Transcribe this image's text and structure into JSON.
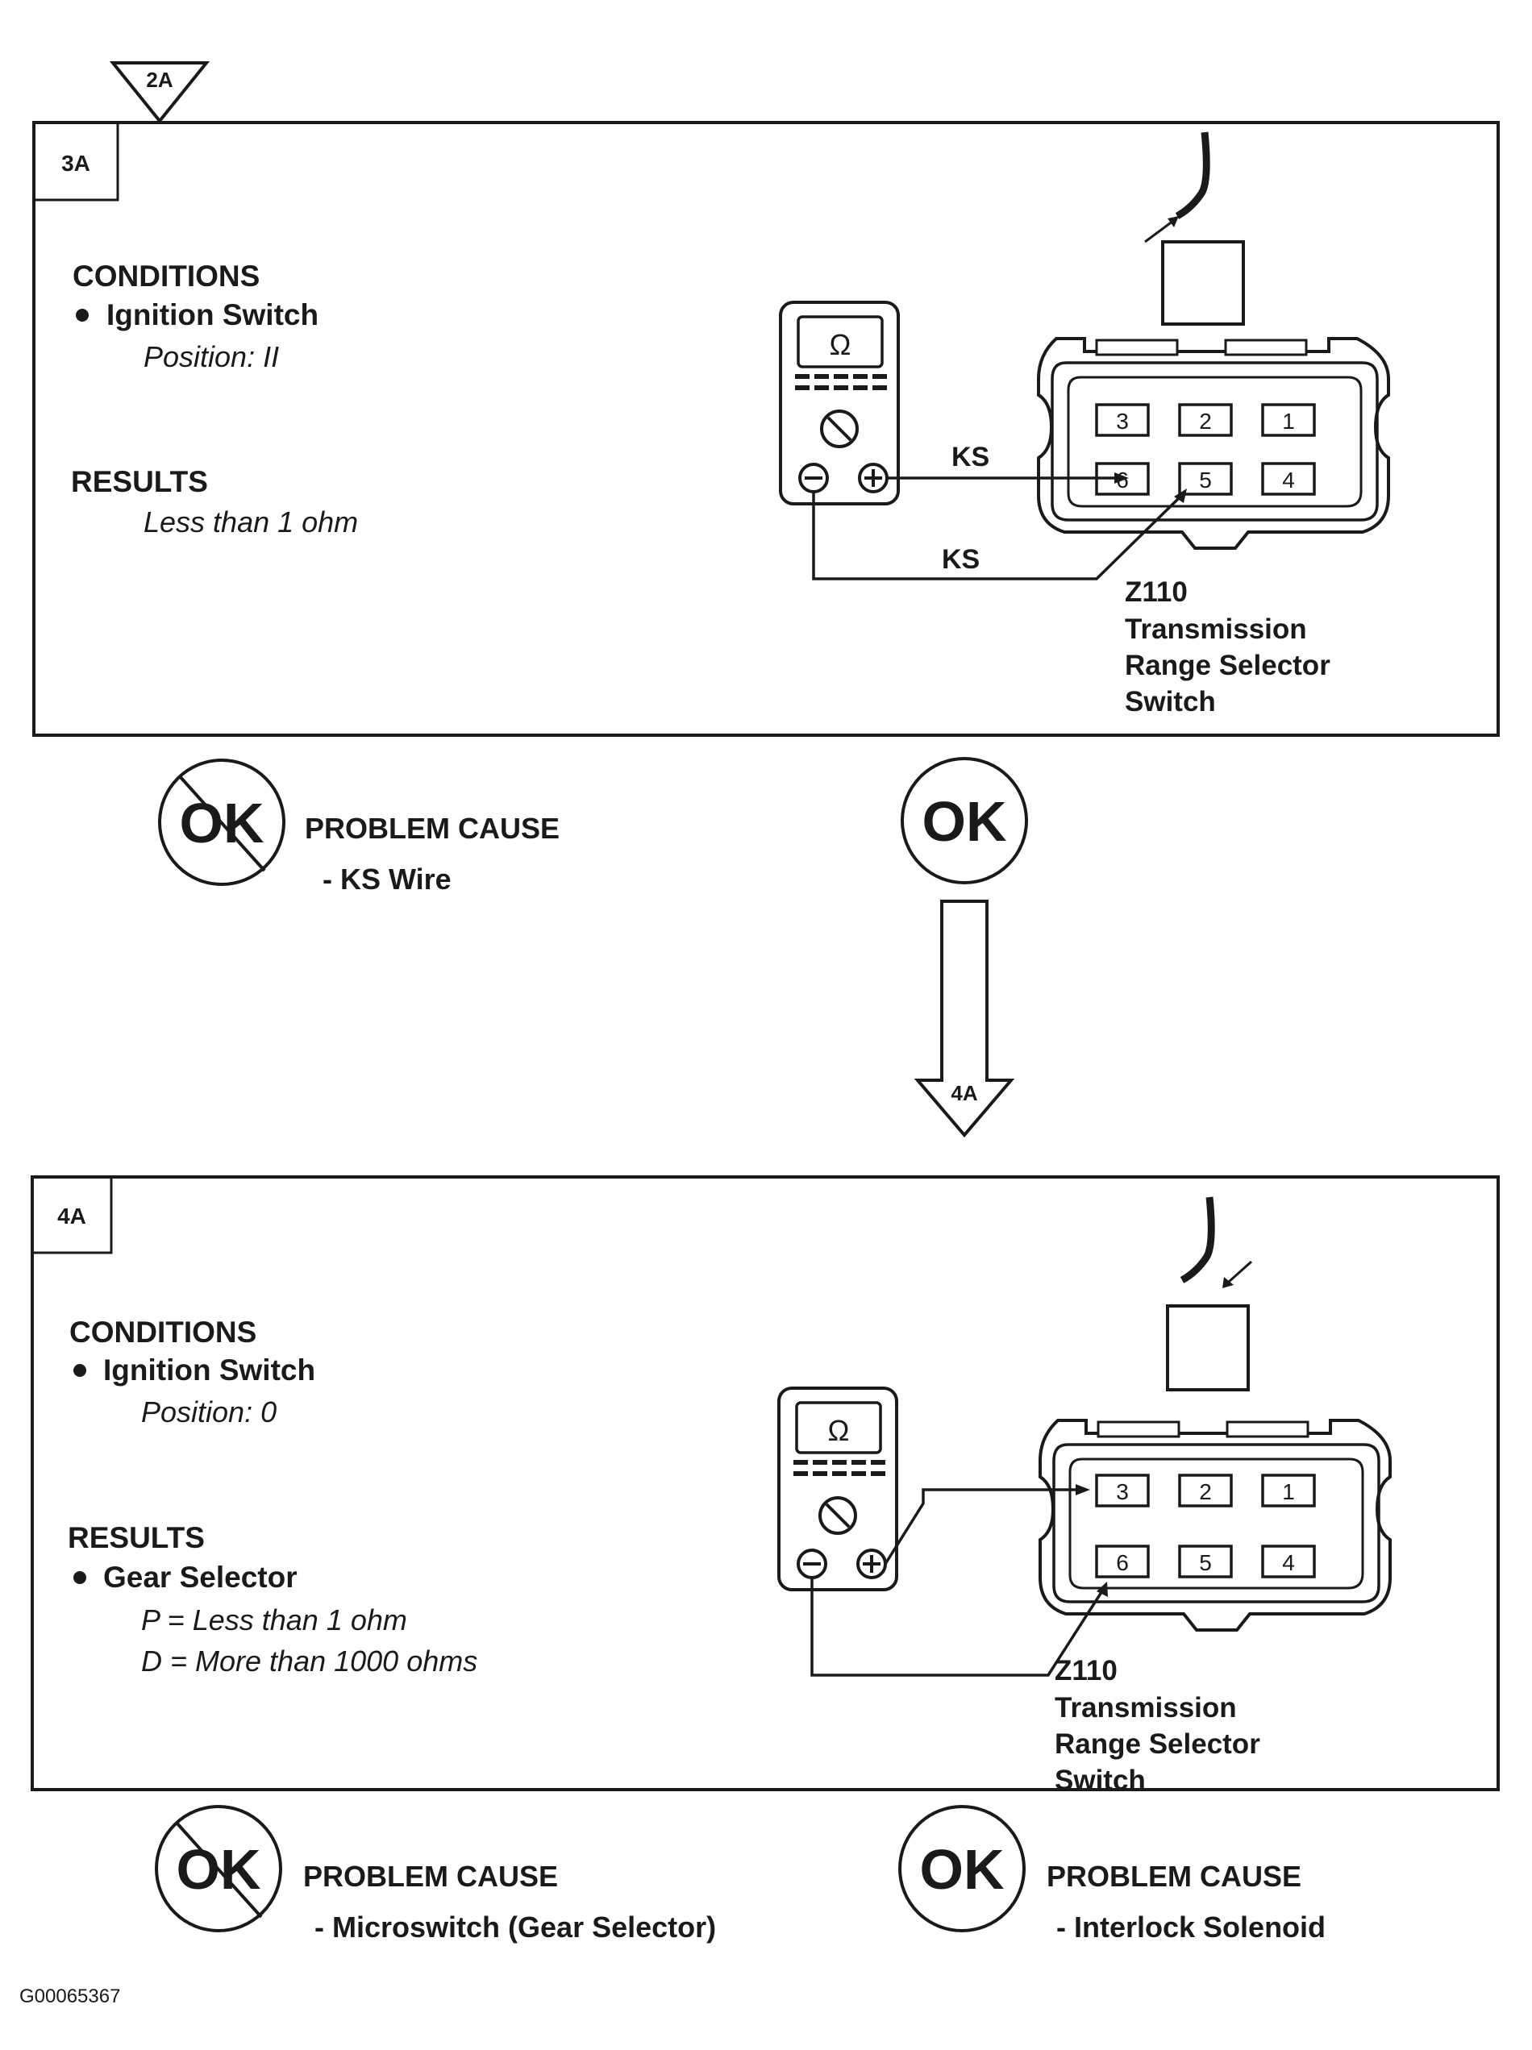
{
  "step1": {
    "entry_marker": "2A",
    "id": "3A",
    "conditions_heading": "CONDITIONS",
    "condition_item": "Ignition Switch",
    "condition_detail": "Position: II",
    "results_heading": "RESULTS",
    "result_detail": "Less than 1 ohm",
    "meter_symbol": "Ω",
    "meter_negative": "⊖",
    "meter_positive": "⊕",
    "wire_label_top": "KS",
    "wire_label_bottom": "KS",
    "connector_pins_row1": [
      "3",
      "2",
      "1"
    ],
    "connector_pins_row2": [
      "6",
      "5",
      "4"
    ],
    "component_code": "Z110",
    "component_name_lines": [
      "Transmission",
      "Range Selector",
      "Switch"
    ],
    "not_ok_badge": "OK",
    "not_ok_title": "PROBLEM CAUSE",
    "not_ok_cause": "- KS Wire",
    "ok_badge": "OK",
    "next_marker": "4A"
  },
  "step2": {
    "id": "4A",
    "conditions_heading": "CONDITIONS",
    "condition_item": "Ignition Switch",
    "condition_detail": "Position: 0",
    "results_heading": "RESULTS",
    "result_item": "Gear Selector",
    "result_p": "P =  Less than 1 ohm",
    "result_d": "D =  More than 1000 ohms",
    "meter_symbol": "Ω",
    "meter_negative": "⊖",
    "meter_positive": "⊕",
    "connector_pins_row1": [
      "3",
      "2",
      "1"
    ],
    "connector_pins_row2": [
      "6",
      "5",
      "4"
    ],
    "component_code": "Z110",
    "component_name_lines": [
      "Transmission",
      "Range Selector",
      "Switch"
    ],
    "not_ok_badge": "OK",
    "not_ok_title": "PROBLEM CAUSE",
    "not_ok_cause": "- Microswitch (Gear Selector)",
    "ok_badge": "OK",
    "ok_title": "PROBLEM CAUSE",
    "ok_cause": "- Interlock Solenoid"
  },
  "figure_id": "G00065367"
}
